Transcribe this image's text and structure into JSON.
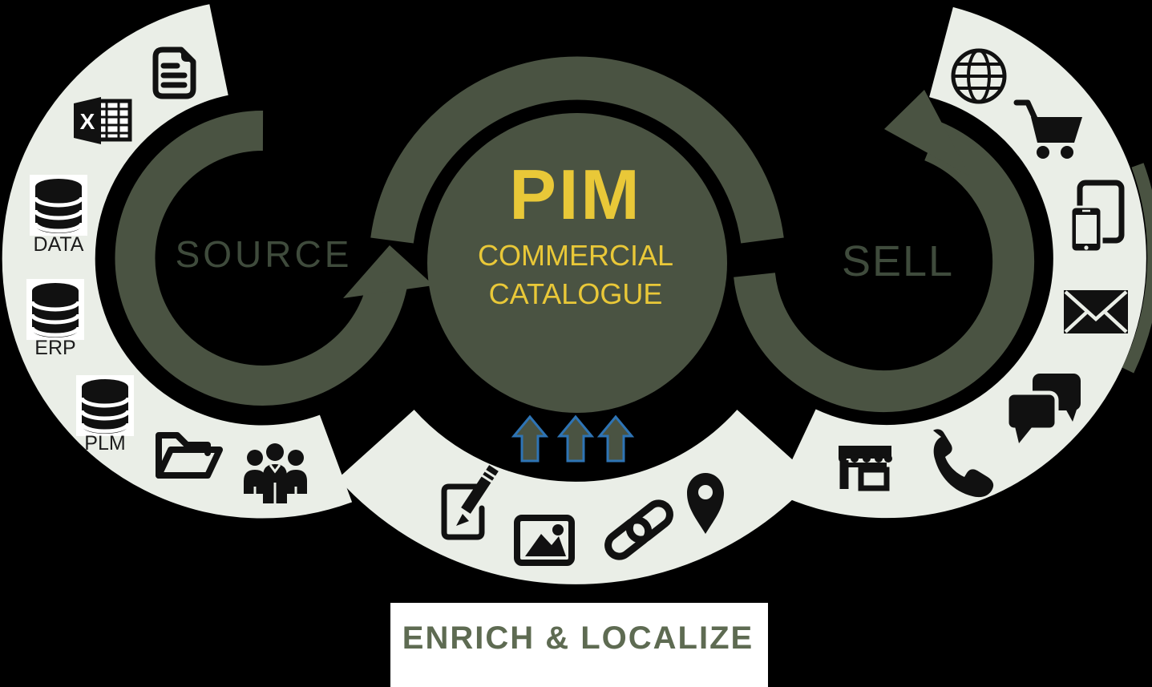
{
  "diagram": {
    "center": {
      "title": "PIM",
      "subtitle1": "COMMERCIAL",
      "subtitle2": "CATALOGUE"
    },
    "stages": {
      "source": "SOURCE",
      "sell": "SELL",
      "enrich": "ENRICH & LOCALIZE"
    },
    "source_channels": [
      {
        "icon": "document-icon",
        "label": ""
      },
      {
        "icon": "excel-icon",
        "label": "",
        "badge": "X"
      },
      {
        "icon": "database-icon",
        "label": "DATA"
      },
      {
        "icon": "database-icon",
        "label": "ERP"
      },
      {
        "icon": "database-icon",
        "label": "PLM"
      },
      {
        "icon": "folder-icon",
        "label": ""
      },
      {
        "icon": "team-icon",
        "label": ""
      }
    ],
    "sell_channels": [
      {
        "icon": "globe-icon"
      },
      {
        "icon": "cart-icon"
      },
      {
        "icon": "devices-icon"
      },
      {
        "icon": "email-icon"
      },
      {
        "icon": "chat-icon"
      },
      {
        "icon": "phone-icon"
      },
      {
        "icon": "store-icon"
      }
    ],
    "enrich_tools": [
      {
        "icon": "edit-icon"
      },
      {
        "icon": "image-icon"
      },
      {
        "icon": "link-icon"
      },
      {
        "icon": "location-icon"
      }
    ],
    "flow": {
      "up_arrow_count": 3
    }
  },
  "colors": {
    "background": "#000000",
    "band_light": "#eaeee7",
    "ring_green": "#4a5342",
    "accent_yellow": "#e9c838",
    "stage_text": "#3f4b3c",
    "enrich_text": "#5e6b52",
    "arrow_blue": "#2e74b5",
    "icon_black": "#111111",
    "label_black": "#1c1c1c",
    "panel_white": "#ffffff"
  }
}
